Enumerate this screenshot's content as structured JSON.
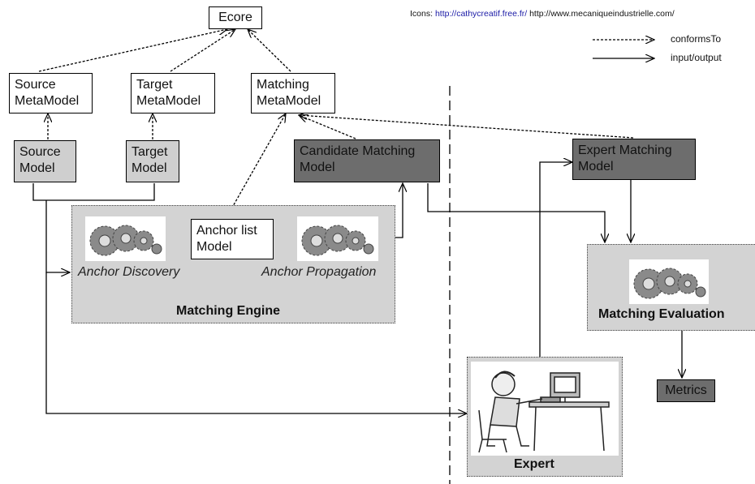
{
  "credits": {
    "prefix": "Icons:",
    "link": "http://cathycreatif.free.fr/",
    "rest": "http://www.mecaniqueindustrielle.com/"
  },
  "legend": {
    "conforms": "conformsTo",
    "io": "input/output"
  },
  "boxes": {
    "ecore": "Ecore",
    "source_mm_1": "Source",
    "source_mm_2": "MetaModel",
    "target_mm_1": "Target",
    "target_mm_2": "MetaModel",
    "matching_mm_1": "Matching",
    "matching_mm_2": "MetaModel",
    "source_model_1": "Source",
    "source_model_2": "Model",
    "target_model_1": "Target",
    "target_model_2": "Model",
    "candidate_1": "Candidate Matching",
    "candidate_2": "Model",
    "expert_model_1": "Expert Matching",
    "expert_model_2": "Model",
    "anchor_list_1": "Anchor list",
    "anchor_list_2": "Model",
    "metrics": "Metrics"
  },
  "engine": {
    "title": "Matching Engine",
    "discovery": "Anchor Discovery",
    "propagation": "Anchor Propagation"
  },
  "evaluation": {
    "title": "Matching Evaluation"
  },
  "expert": {
    "title": "Expert"
  },
  "colors": {
    "light_box": "#cfcfcf",
    "dark_box": "#6d6d6d",
    "panel": "#d3d3d3"
  },
  "icons": [
    "gears-icon",
    "expert-at-computer-icon"
  ]
}
